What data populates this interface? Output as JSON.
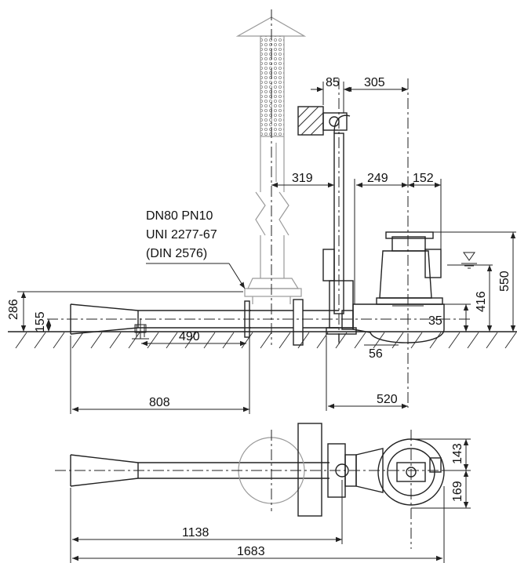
{
  "dimensions": {
    "d85": "85",
    "d305": "305",
    "d319": "319",
    "d249": "249",
    "d152": "152",
    "d286": "286",
    "d155": "155",
    "d490": "490",
    "d35": "35",
    "d416": "416",
    "d550": "550",
    "d56": "56",
    "d808": "808",
    "d520": "520",
    "d143": "143",
    "d169": "169",
    "d1138": "1138",
    "d1683": "1683"
  },
  "flange_note": {
    "line1": "DN80 PN10",
    "line2": "UNI 2277-67",
    "line3": "(DIN 2576)"
  }
}
